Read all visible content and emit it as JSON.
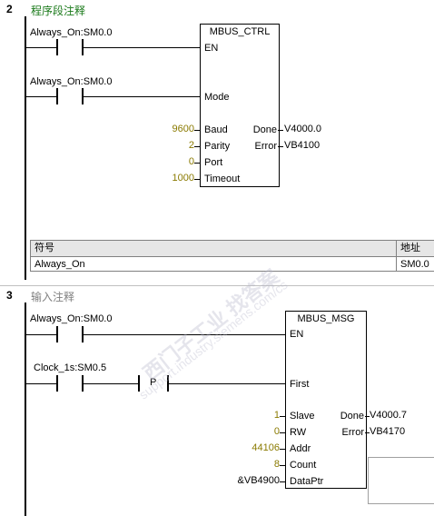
{
  "network2": {
    "number": "2",
    "title": "程序段注释",
    "contact1": "Always_On:SM0.0",
    "contact2": "Always_On:SM0.0",
    "block": {
      "name": "MBUS_CTRL",
      "pin_en": "EN",
      "pin_mode": "Mode",
      "pin_baud": "Baud",
      "pin_parity": "Parity",
      "pin_port": "Port",
      "pin_timeout": "Timeout",
      "pin_done": "Done",
      "pin_error": "Error",
      "baud_value": "9600",
      "parity_value": "2",
      "port_value": "0",
      "timeout_value": "1000",
      "done_value": "V4000.0",
      "error_value": "VB4100"
    },
    "symbol_table": {
      "headers": [
        "符号",
        "地址"
      ],
      "rows": [
        [
          "Always_On",
          "SM0.0"
        ]
      ]
    }
  },
  "network3": {
    "number": "3",
    "title": "输入注释",
    "contact1": "Always_On:SM0.0",
    "contact2": "Clock_1s:SM0.5",
    "pulse_label": "P",
    "block": {
      "name": "MBUS_MSG",
      "pin_en": "EN",
      "pin_first": "First",
      "pin_slave": "Slave",
      "pin_rw": "RW",
      "pin_addr": "Addr",
      "pin_count": "Count",
      "pin_dataptr": "DataPtr",
      "pin_done": "Done",
      "pin_error": "Error",
      "slave_value": "1",
      "rw_value": "0",
      "addr_value": "44106",
      "count_value": "8",
      "dataptr_value": "&VB4900",
      "done_value": "V4000.7",
      "error_value": "VB4170"
    }
  },
  "watermark": {
    "line1": "西门子工业 找答案",
    "line2": "support.industry.siemens.com/cs"
  }
}
